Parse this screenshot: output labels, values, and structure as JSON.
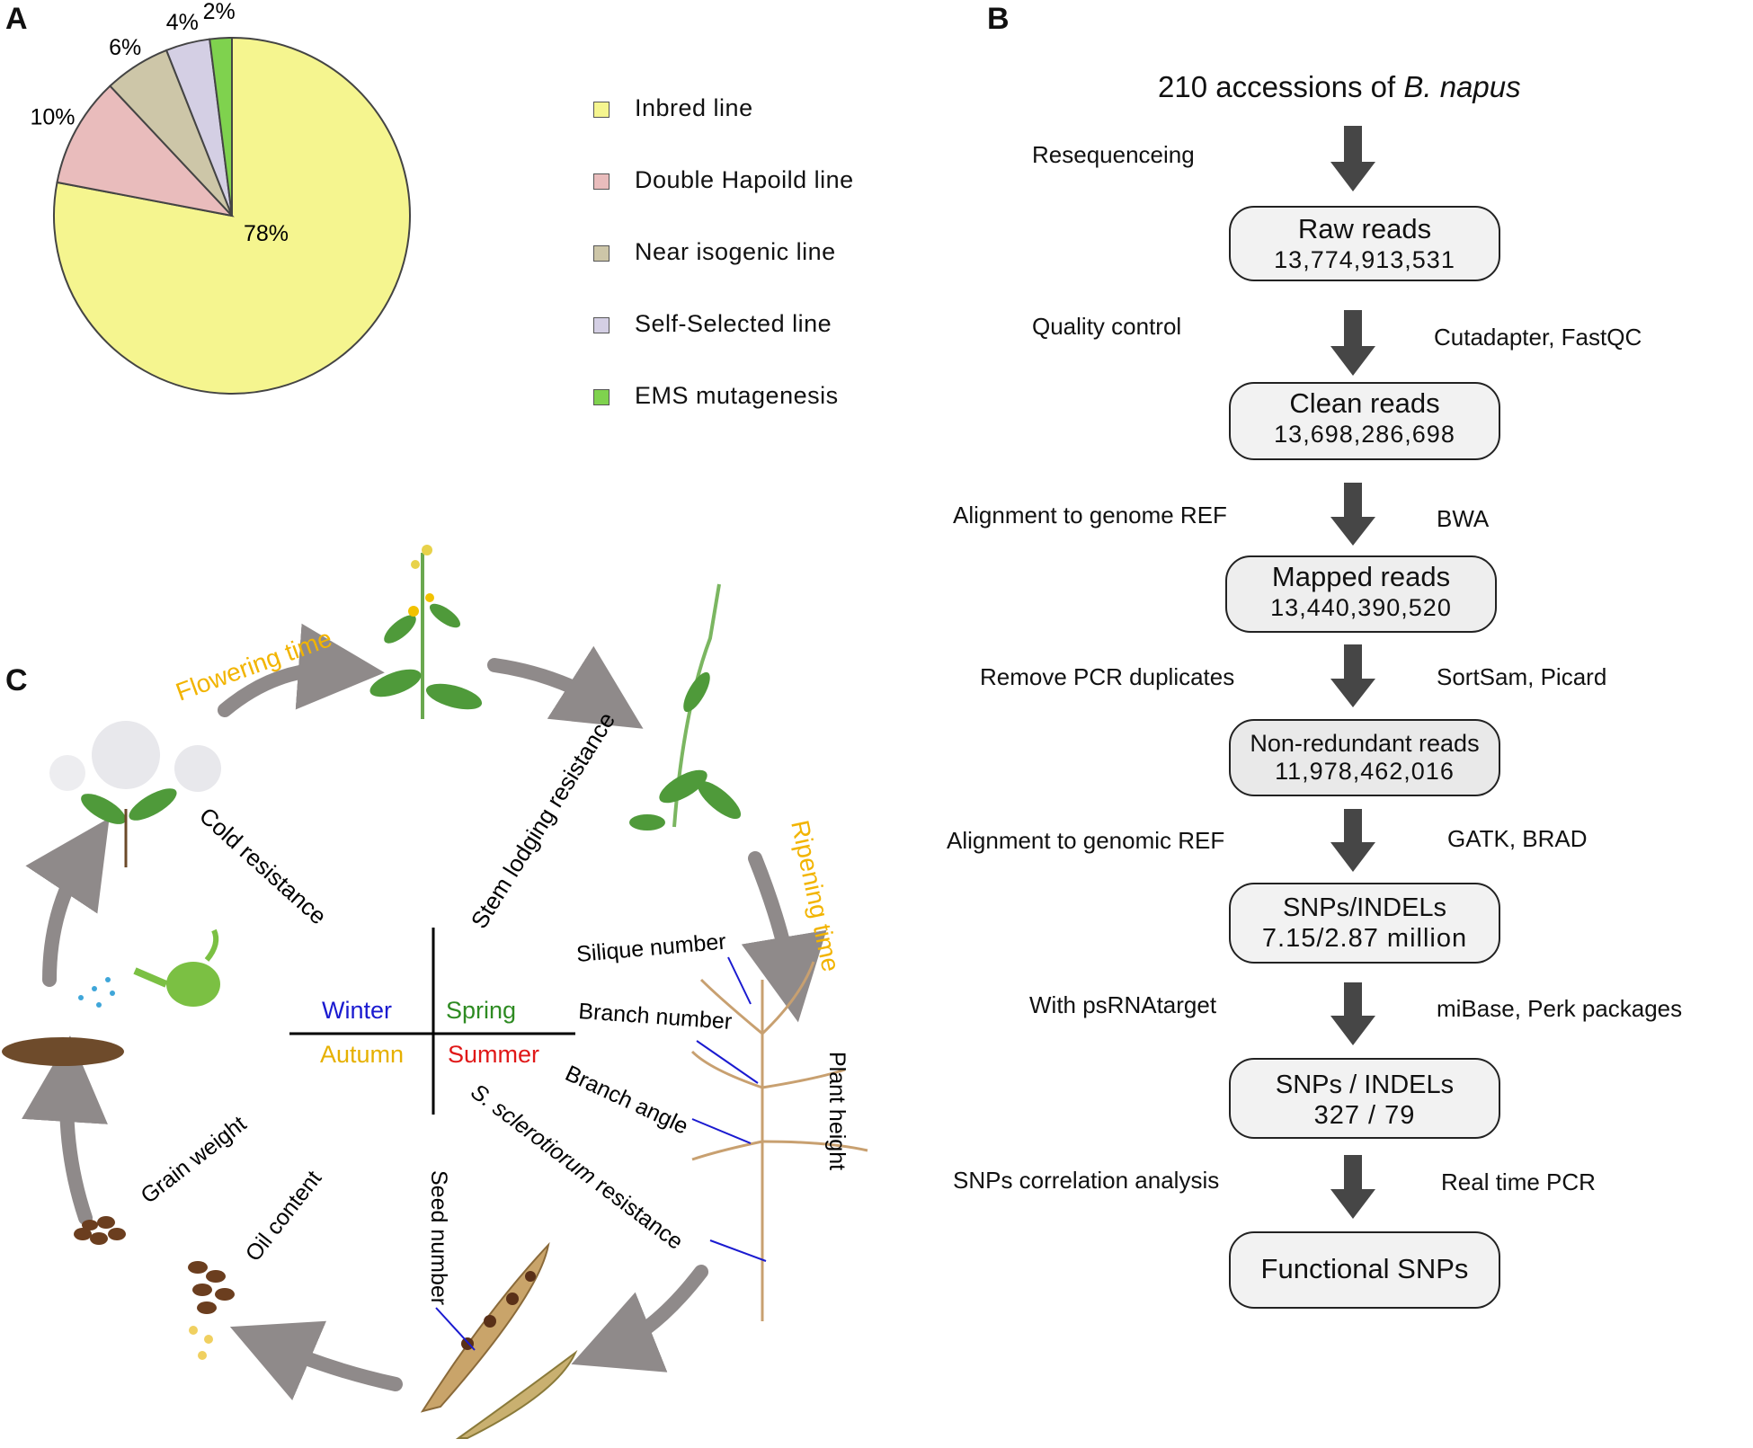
{
  "panels": {
    "a": "A",
    "b": "B",
    "c": "C"
  },
  "chart_data": {
    "type": "pie",
    "categories": [
      "Inbred line",
      "Double Hapoild line",
      "Near isogenic line",
      "Self-Selected line",
      "EMS mutagenesis"
    ],
    "values": [
      78,
      10,
      6,
      4,
      2
    ],
    "value_labels": [
      "78%",
      "10%",
      "6%",
      "4%",
      "2%"
    ],
    "colors": [
      "#f5f58f",
      "#e9bcbc",
      "#cdc6a8",
      "#d4cfe4",
      "#7fd24e"
    ],
    "legend_position": "right",
    "title": ""
  },
  "legend": {
    "items": [
      {
        "label": "Inbred line",
        "color": "#f5f58f"
      },
      {
        "label": "Double Hapoild line",
        "color": "#e9bcbc"
      },
      {
        "label": "Near isogenic line",
        "color": "#cdc6a8"
      },
      {
        "label": "Self-Selected line",
        "color": "#d4cfe4"
      },
      {
        "label": "EMS mutagenesis",
        "color": "#7fd24e"
      }
    ]
  },
  "flow": {
    "title_prefix": "210 accessions of ",
    "title_species": "B. napus",
    "boxes": [
      {
        "title": "Raw reads",
        "value": "13,774,913,531"
      },
      {
        "title": "Clean reads",
        "value": "13,698,286,698"
      },
      {
        "title": "Mapped reads",
        "value": "13,440,390,520"
      },
      {
        "title": "Non-redundant reads",
        "value": "11,978,462,016"
      },
      {
        "title": "SNPs/INDELs",
        "value": "7.15/2.87 million"
      },
      {
        "title": "SNPs / INDELs",
        "value": "327 / 79"
      },
      {
        "title": "Functional SNPs",
        "value": ""
      }
    ],
    "steps": [
      {
        "left": "Resequenceing",
        "right": ""
      },
      {
        "left": "Quality control",
        "right": "Cutadapter,  FastQC"
      },
      {
        "left": "Alignment to genome REF",
        "right": "BWA"
      },
      {
        "left": "Remove PCR duplicates",
        "right": "SortSam,  Picard"
      },
      {
        "left": "Alignment to genomic  REF",
        "right": "GATK,  BRAD"
      },
      {
        "left": "With psRNAtarget",
        "right": "miBase,  Perk packages"
      },
      {
        "left": "SNPs  correlation  analysis",
        "right": "Real time PCR"
      }
    ],
    "arrow_color": "#464646"
  },
  "cycle": {
    "seasons": {
      "winter": "Winter",
      "spring": "Spring",
      "autumn": "Autumn",
      "summer": "Summer",
      "winter_color": "#1a1ad0",
      "spring_color": "#2e8b22",
      "autumn_color": "#e6b000",
      "summer_color": "#e01818"
    },
    "stages": {
      "flowering": "Flowering time",
      "ripening": "Ripening time",
      "stage_color": "#f2b400"
    },
    "traits": {
      "cold": "Cold resistance",
      "stem": "Stem lodging resistance",
      "silique": "Silique number",
      "branch_number": "Branch number",
      "branch_angle": "Branch angle",
      "plant_height": "Plant height",
      "sclerotiorum_prefix": "S. sclerotiorum",
      "sclerotiorum_suffix": " resistance",
      "seed": "Seed number",
      "oil": "Oil content",
      "grain": "Grain weight"
    },
    "arrow_color": "#8f8a8a"
  }
}
